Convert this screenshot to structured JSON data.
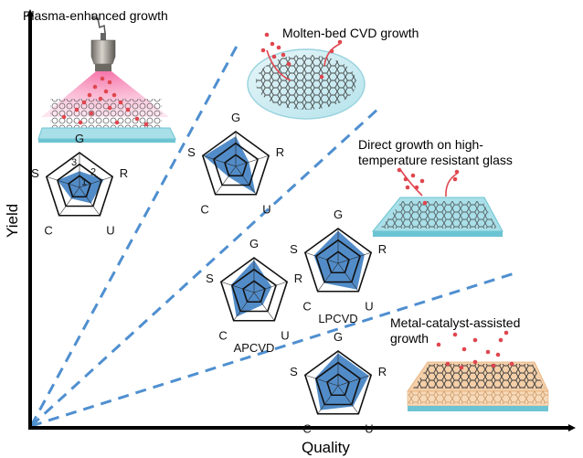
{
  "axes": {
    "x_label": "Quality",
    "y_label": "Yield"
  },
  "methods": [
    {
      "id": "plasma",
      "label_lines": [
        "Plasma-enhanced growth"
      ]
    },
    {
      "id": "molten",
      "label_lines": [
        "Molten-bed CVD growth"
      ]
    },
    {
      "id": "glass",
      "label_lines": [
        "Direct growth on high-",
        "temperature resistant glass"
      ]
    },
    {
      "id": "metal",
      "label_lines": [
        "Metal-catalyst-assisted",
        "growth"
      ]
    }
  ],
  "chart_data": {
    "type": "radar",
    "axes": [
      "G",
      "R",
      "U",
      "C",
      "S"
    ],
    "scale_labels": [
      "1",
      "2",
      "3"
    ],
    "range": [
      0,
      3
    ],
    "charts": [
      {
        "id": "plasma",
        "name": "Plasma-enhanced growth",
        "caption": "",
        "values": [
          1.4,
          2.2,
          1.7,
          1.2,
          2.0
        ],
        "show_scale": true
      },
      {
        "id": "molten",
        "name": "Molten-bed CVD growth",
        "caption": "",
        "values": [
          2.6,
          1.2,
          2.9,
          1.1,
          2.9
        ],
        "show_scale": false
      },
      {
        "id": "apcvd",
        "name": "APCVD",
        "caption": "APCVD",
        "values": [
          2.8,
          1.6,
          1.3,
          2.6,
          2.1
        ],
        "show_scale": false
      },
      {
        "id": "lpcvd",
        "name": "LPCVD",
        "caption": "LPCVD",
        "values": [
          2.8,
          2.4,
          2.8,
          2.1,
          2.2
        ],
        "show_scale": false
      },
      {
        "id": "metal",
        "name": "Metal-catalyst-assisted growth",
        "caption": "",
        "values": [
          2.8,
          2.8,
          2.2,
          2.6,
          2.1
        ],
        "show_scale": false
      }
    ],
    "fill_color": "#3a7cc0",
    "divider_line_color": "#4f8fd0"
  },
  "colors": {
    "glass": "#a9dfe8",
    "glass_edge": "#6cc4d3",
    "plasma": "#f27aa8",
    "precursor": "#e0464f",
    "graphene": "#333333",
    "metal": "#f3c79a"
  }
}
